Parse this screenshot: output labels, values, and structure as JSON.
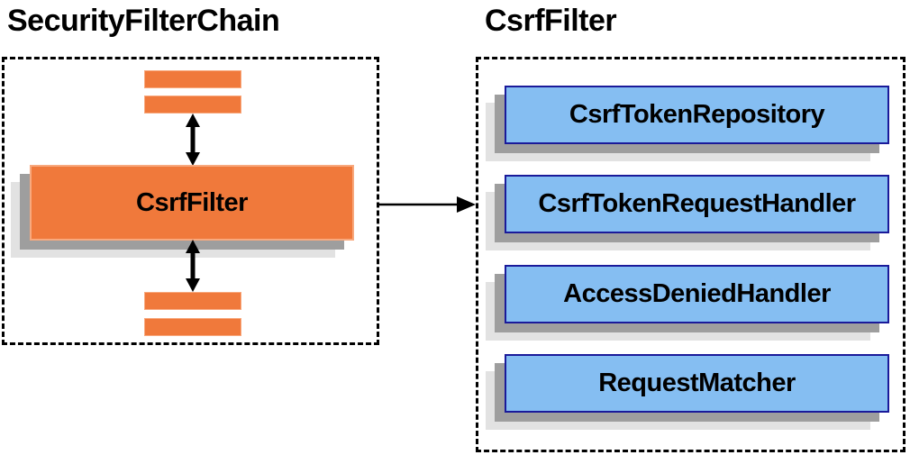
{
  "left_panel": {
    "title": "SecurityFilterChain",
    "node_label": "CsrfFilter"
  },
  "right_panel": {
    "title": "CsrfFilter",
    "components": [
      {
        "label": "CsrfTokenRepository"
      },
      {
        "label": "CsrfTokenRequestHandler"
      },
      {
        "label": "AccessDeniedHandler"
      },
      {
        "label": "RequestMatcher"
      }
    ]
  },
  "icons": {
    "top_connector": "bidirectional-arrow-icon",
    "bottom_connector": "bidirectional-arrow-icon",
    "flow_connector": "right-arrow-icon"
  },
  "colors": {
    "node_orange": "#F0793B",
    "orange_border": "#F8A97E",
    "node_blue": "#85BEF2",
    "blue_border": "#1A1A9A",
    "shadow_dark": "#9E9E9E",
    "shadow_light": "#E2E2E2",
    "dashed_border": "#000000",
    "arrow": "#000000",
    "text": "#000000"
  }
}
